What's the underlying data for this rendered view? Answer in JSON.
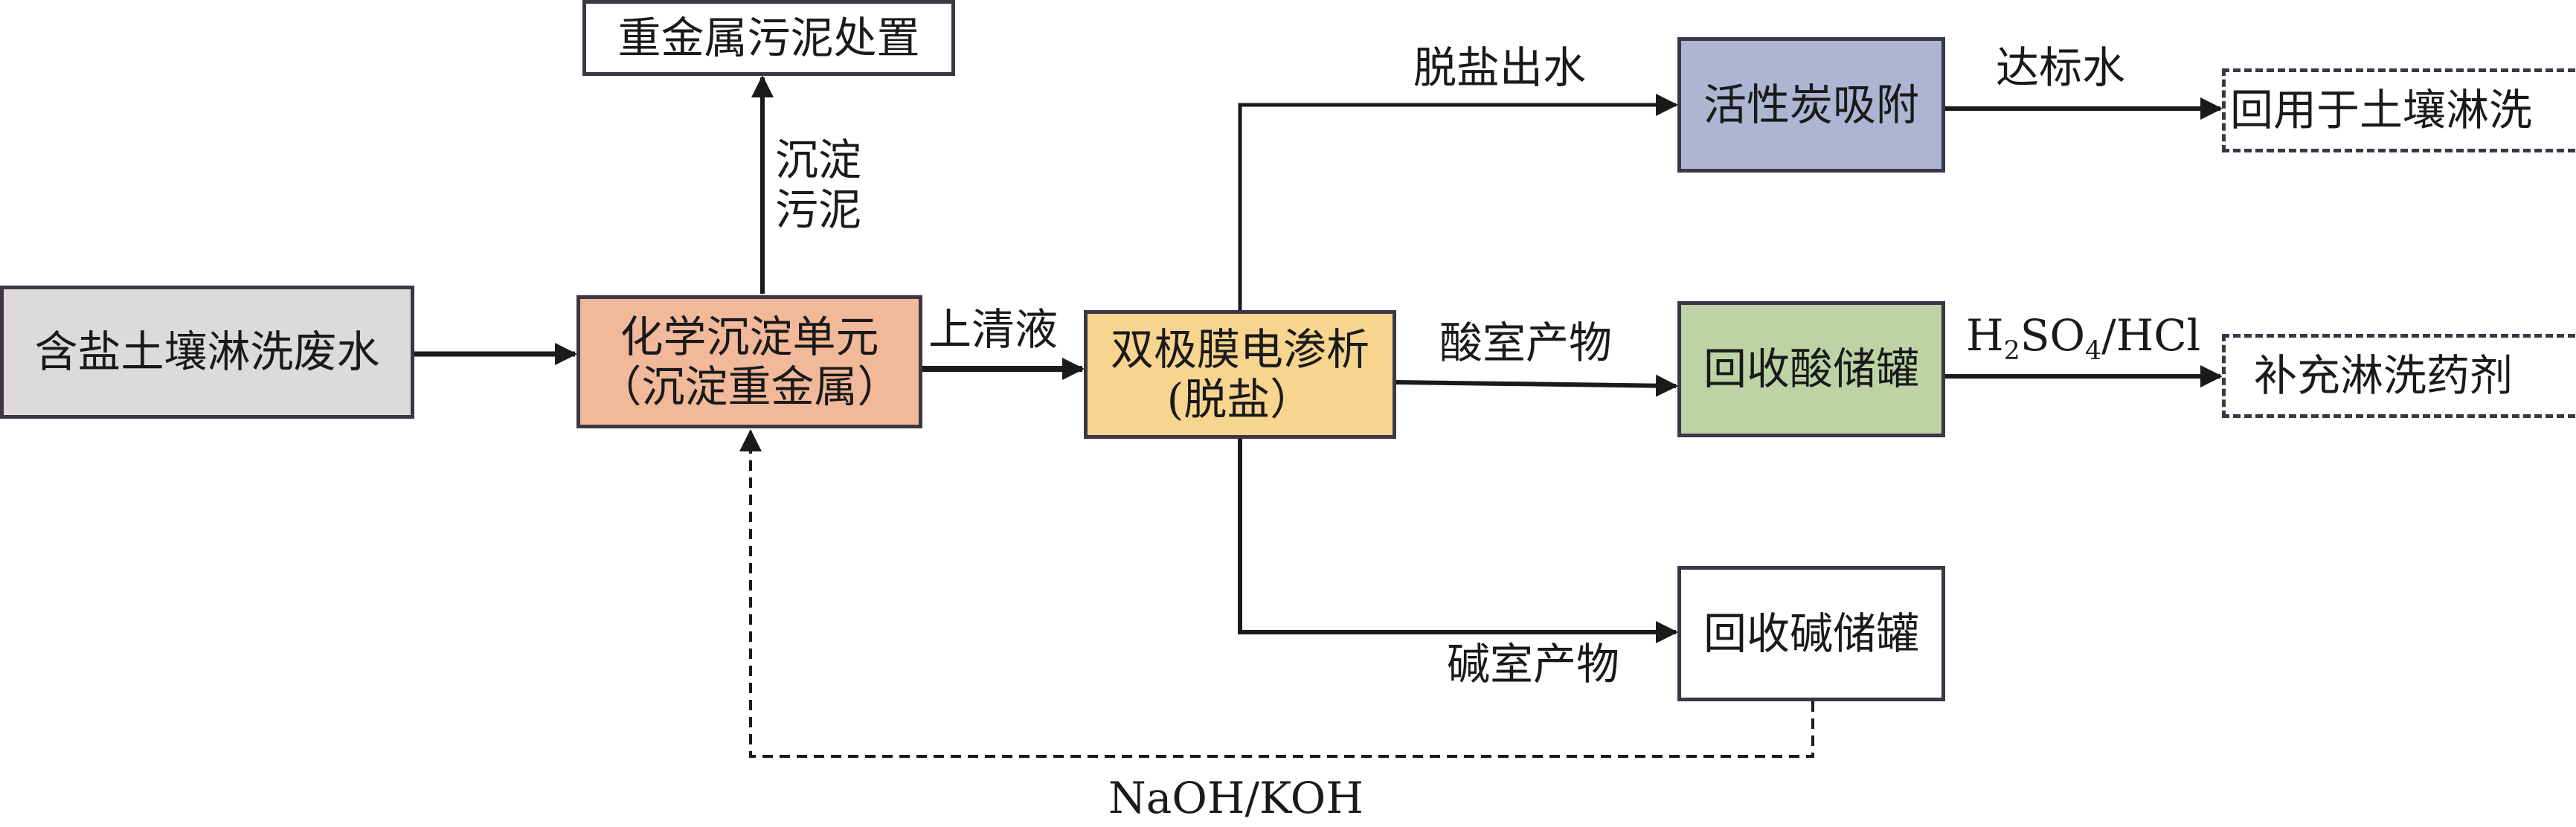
{
  "title": "含盐土壤淋洗废水处理与资源回收工艺流程",
  "colors": {
    "input": "#dcdadb",
    "precipitation": "#f2b89a",
    "bmed": "#f8d58f",
    "carbon": "#adb5d3",
    "acid_tank": "#bdd3a5",
    "base_tank": "#ffffff",
    "border": "#3c3645",
    "line": "#1a1a1a"
  },
  "nodes": {
    "input": {
      "label": "含盐土壤淋洗废水"
    },
    "precipitation": {
      "line1": "化学沉淀单元",
      "line2": "（沉淀重金属）"
    },
    "sludge": {
      "label": "重金属污泥处置"
    },
    "bmed": {
      "line1": "双极膜电渗析",
      "line2": "(脱盐）"
    },
    "carbon": {
      "label": "活性炭吸附"
    },
    "acid_tank": {
      "label": "回收酸储罐"
    },
    "base_tank": {
      "label": "回收碱储罐"
    },
    "reuse": {
      "label": "回用于土壤淋洗"
    },
    "replenish": {
      "label": "补充淋洗药剂"
    }
  },
  "edges": {
    "sludge_flow": {
      "line1": "沉淀",
      "line2": "污泥"
    },
    "supernatant": {
      "label": "上清液"
    },
    "desalted_water": {
      "label": "脱盐出水"
    },
    "acid_product": {
      "label": "酸室产物"
    },
    "base_product": {
      "label": "碱室产物"
    },
    "compliant_water": {
      "label": "达标水"
    },
    "acid_recycle": {
      "pre": "H",
      "sub1": "2",
      "mid": "SO",
      "sub2": "4",
      "post": "/HCl"
    },
    "base_recycle": {
      "label": "NaOH/KOH"
    }
  }
}
